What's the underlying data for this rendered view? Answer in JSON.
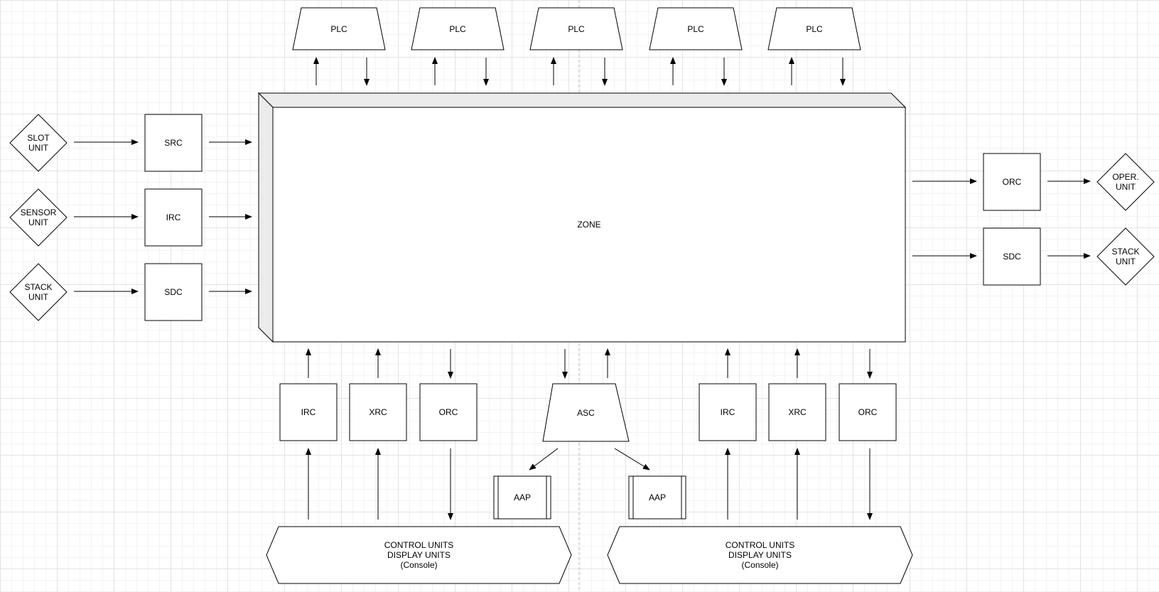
{
  "diagram": {
    "plc": [
      "PLC",
      "PLC",
      "PLC",
      "PLC",
      "PLC"
    ],
    "zone": "ZONE",
    "left": {
      "units": [
        "SLOT\nUNIT",
        "SENSOR\nUNIT",
        "STACK\nUNIT"
      ],
      "boxes": [
        "SRC",
        "IRC",
        "SDC"
      ]
    },
    "right": {
      "boxes": [
        "ORC",
        "SDC"
      ],
      "units": [
        "OPER.\nUNIT",
        "STACK\nUNIT"
      ]
    },
    "bottom_left": [
      "IRC",
      "XRC",
      "ORC"
    ],
    "asc": "ASC",
    "aap": [
      "AAP",
      "AAP"
    ],
    "bottom_right": [
      "IRC",
      "XRC",
      "ORC"
    ],
    "consoles": [
      "CONTROL UNITS\nDISPLAY UNITS\n(Console)",
      "CONTROL UNITS\nDISPLAY UNITS\n(Console)"
    ]
  }
}
